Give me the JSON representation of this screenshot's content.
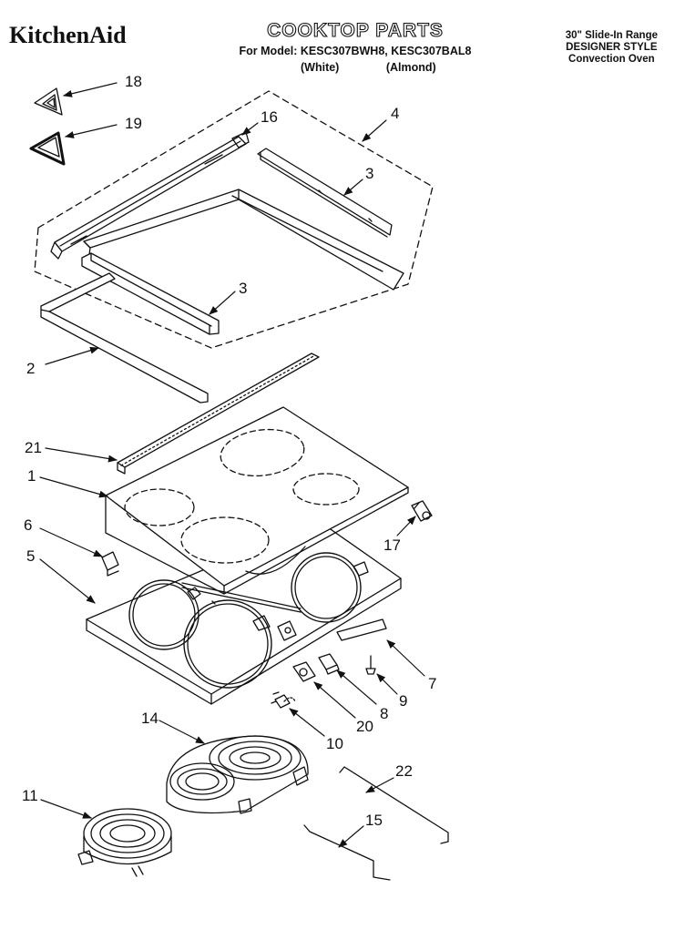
{
  "header": {
    "brand": "KitchenAid",
    "title": "COOKTOP PARTS",
    "models": "For Model: KESC307BWH8, KESC307BAL8",
    "variant_1": "(White)",
    "variant_2": "(Almond)",
    "range_type": "30\" Slide-In Range",
    "style": "DESIGNER STYLE",
    "oven": "Convection Oven"
  },
  "callouts": [
    {
      "id": "c18",
      "label": "18"
    },
    {
      "id": "c19",
      "label": "19"
    },
    {
      "id": "c16",
      "label": "16"
    },
    {
      "id": "c4",
      "label": "4"
    },
    {
      "id": "c3a",
      "label": "3"
    },
    {
      "id": "c3b",
      "label": "3"
    },
    {
      "id": "c2",
      "label": "2"
    },
    {
      "id": "c21",
      "label": "21"
    },
    {
      "id": "c1",
      "label": "1"
    },
    {
      "id": "c6",
      "label": "6"
    },
    {
      "id": "c5",
      "label": "5"
    },
    {
      "id": "c17",
      "label": "17"
    },
    {
      "id": "c7",
      "label": "7"
    },
    {
      "id": "c9",
      "label": "9"
    },
    {
      "id": "c8",
      "label": "8"
    },
    {
      "id": "c20",
      "label": "20"
    },
    {
      "id": "c10",
      "label": "10"
    },
    {
      "id": "c14",
      "label": "14"
    },
    {
      "id": "c11",
      "label": "11"
    },
    {
      "id": "c22",
      "label": "22"
    },
    {
      "id": "c15",
      "label": "15"
    }
  ]
}
